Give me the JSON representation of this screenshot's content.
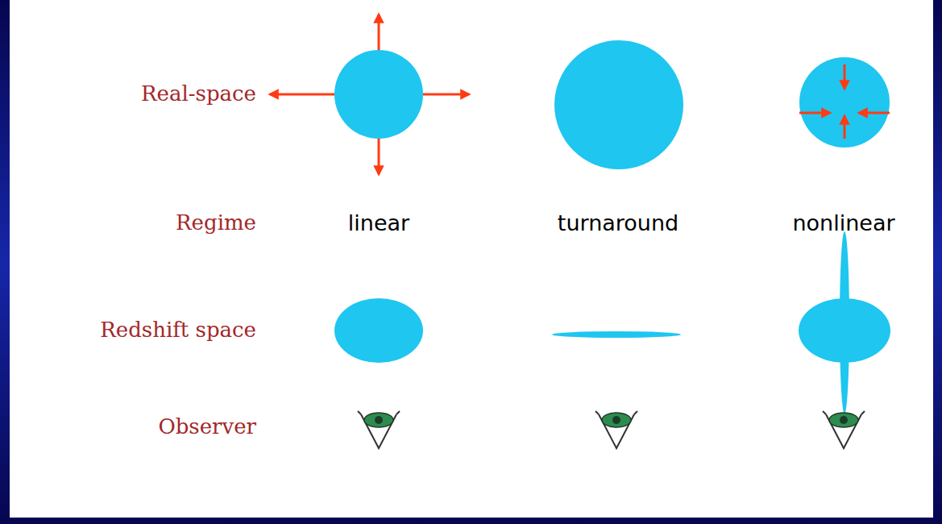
{
  "diagram": {
    "labels": [
      "Real-space",
      "Regime",
      "linear",
      "turnaround",
      "nonlinear",
      "Redshift space",
      "Observer"
    ]
  }
}
